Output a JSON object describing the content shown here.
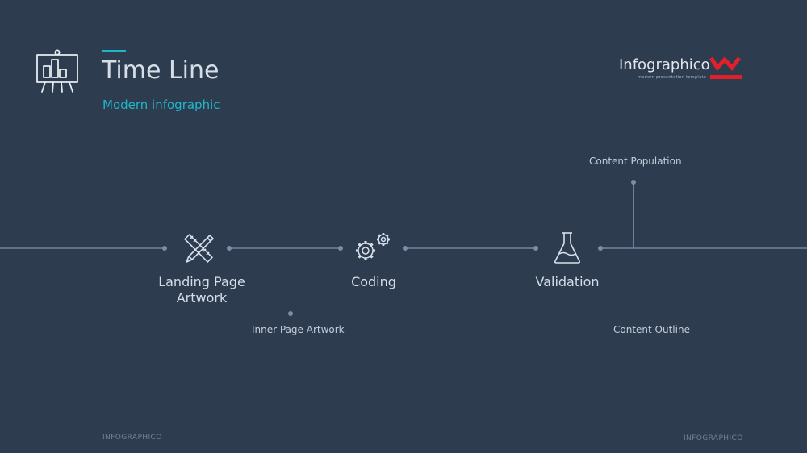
{
  "header": {
    "title": "Time Line",
    "subtitle": "Modern infographic",
    "presentation_icon": "presentation-board-icon",
    "accent_color": "#20b6c9"
  },
  "brand": {
    "name": "Infographico",
    "tagline": "modern presentation template",
    "logo_icon": "w-logo-icon",
    "logo_color": "#e3202a"
  },
  "timeline": {
    "steps": [
      {
        "label_line1": "Landing Page",
        "label_line2": "Artwork",
        "icon": "pencil-ruler-icon"
      },
      {
        "label": "Coding",
        "icon": "gears-icon"
      },
      {
        "label": "Validation",
        "icon": "flask-icon"
      }
    ],
    "notes": {
      "inner_page": "Inner Page Artwork",
      "content_population": "Content Population",
      "content_outline": "Content Outline"
    }
  },
  "footer": {
    "left": "INFOGRAPHICO",
    "right": "INFOGRAPHICO"
  },
  "colors": {
    "background": "#2e3c4f",
    "line": "#60738b",
    "text": "#d5dde7"
  }
}
